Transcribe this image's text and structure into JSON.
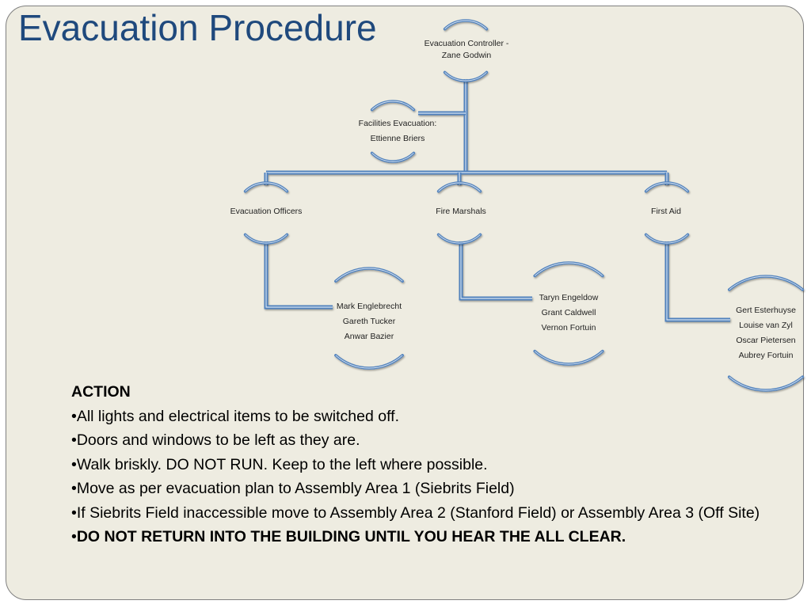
{
  "slide": {
    "title": "Evacuation Procedure"
  },
  "org_chart": {
    "controller": {
      "lines": [
        "Evacuation Controller -",
        "Zane Godwin"
      ]
    },
    "facilities": {
      "lines": [
        "Facilities  Evacuation:",
        "Ettienne Briers"
      ]
    },
    "groups": [
      {
        "label": "Evacuation Officers",
        "members": [
          "Mark Englebrecht",
          "Gareth Tucker",
          "Anwar Bazier"
        ]
      },
      {
        "label": "Fire Marshals",
        "members": [
          "Taryn Engeldow",
          "Grant Caldwell",
          "Vernon Fortuin"
        ]
      },
      {
        "label": "First Aid",
        "members": [
          "Gert Esterhuyse",
          "Louise van Zyl",
          "Oscar Pietersen",
          "Aubrey Fortuin"
        ]
      }
    ],
    "colors": {
      "connector": "#4f81bd",
      "arc": "#4f81bd"
    }
  },
  "action": {
    "heading": "ACTION",
    "items": [
      "All lights and electrical items to be switched off.",
      "Doors and windows to be left as they are.",
      "Walk briskly. DO NOT RUN. Keep to the left where possible.",
      "Move as per evacuation plan to Assembly Area 1 (Siebrits Field)",
      "If Siebrits Field inaccessible move to Assembly Area 2 (Stanford Field) or Assembly Area 3 (Off Site)"
    ],
    "final_item": "DO NOT RETURN INTO THE BUILDING UNTIL YOU HEAR THE ALL CLEAR.",
    "bullet": "•"
  }
}
